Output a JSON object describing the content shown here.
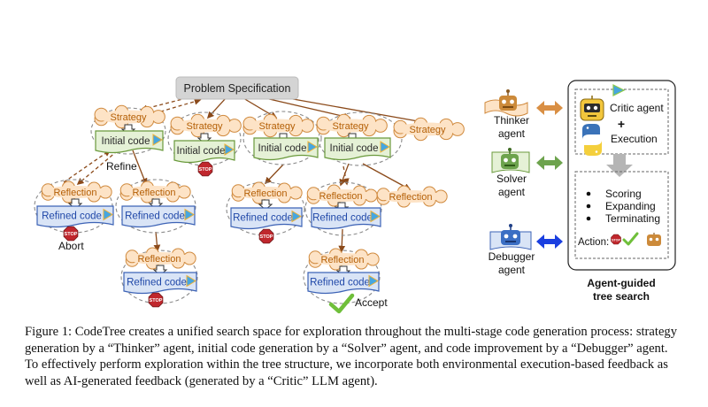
{
  "figure": {
    "root": "Problem Specification",
    "strategy": "Strategy",
    "initial_code": "Initial code",
    "reflection": "Reflection",
    "refined_code": "Refined code",
    "stop": "STOP",
    "refine": "Refine",
    "abort": "Abort",
    "accept": "Accept"
  },
  "agents": {
    "thinker": [
      "Thinker",
      "agent"
    ],
    "solver": [
      "Solver",
      "agent"
    ],
    "debugger": [
      "Debugger",
      "agent"
    ],
    "critic": "Critic agent",
    "plus": "+",
    "execution": "Execution",
    "actions": [
      "Scoring",
      "Expanding",
      "Terminating"
    ],
    "action_label": "Action:",
    "panel_title": [
      "Agent-guided",
      "tree search"
    ]
  },
  "colors": {
    "strategy_fill": "#fde3c6",
    "strategy_stroke": "#d08a3e",
    "strategy_text": "#b45f06",
    "code_fill": "#e5f1d6",
    "code_stroke": "#6a9a3c",
    "refined_fill": "#d9e4f6",
    "refined_stroke": "#3d63b6",
    "refined_text": "#1f47a8",
    "thinker": "#cc8a3a",
    "solver": "#6da34d",
    "debugger": "#3b6fc4",
    "stop": "#c0272d"
  },
  "caption": "Figure 1: CodeTree creates a unified search space for exploration throughout the multi-stage code generation process: strategy generation by a “Thinker” agent, initial code generation by a “Solver” agent, and code improvement by a “Debugger” agent. To effectively perform exploration within the tree structure, we incorporate both environmental execution-based feedback as well as AI-generated feedback (generated by a “Critic” LLM agent)."
}
